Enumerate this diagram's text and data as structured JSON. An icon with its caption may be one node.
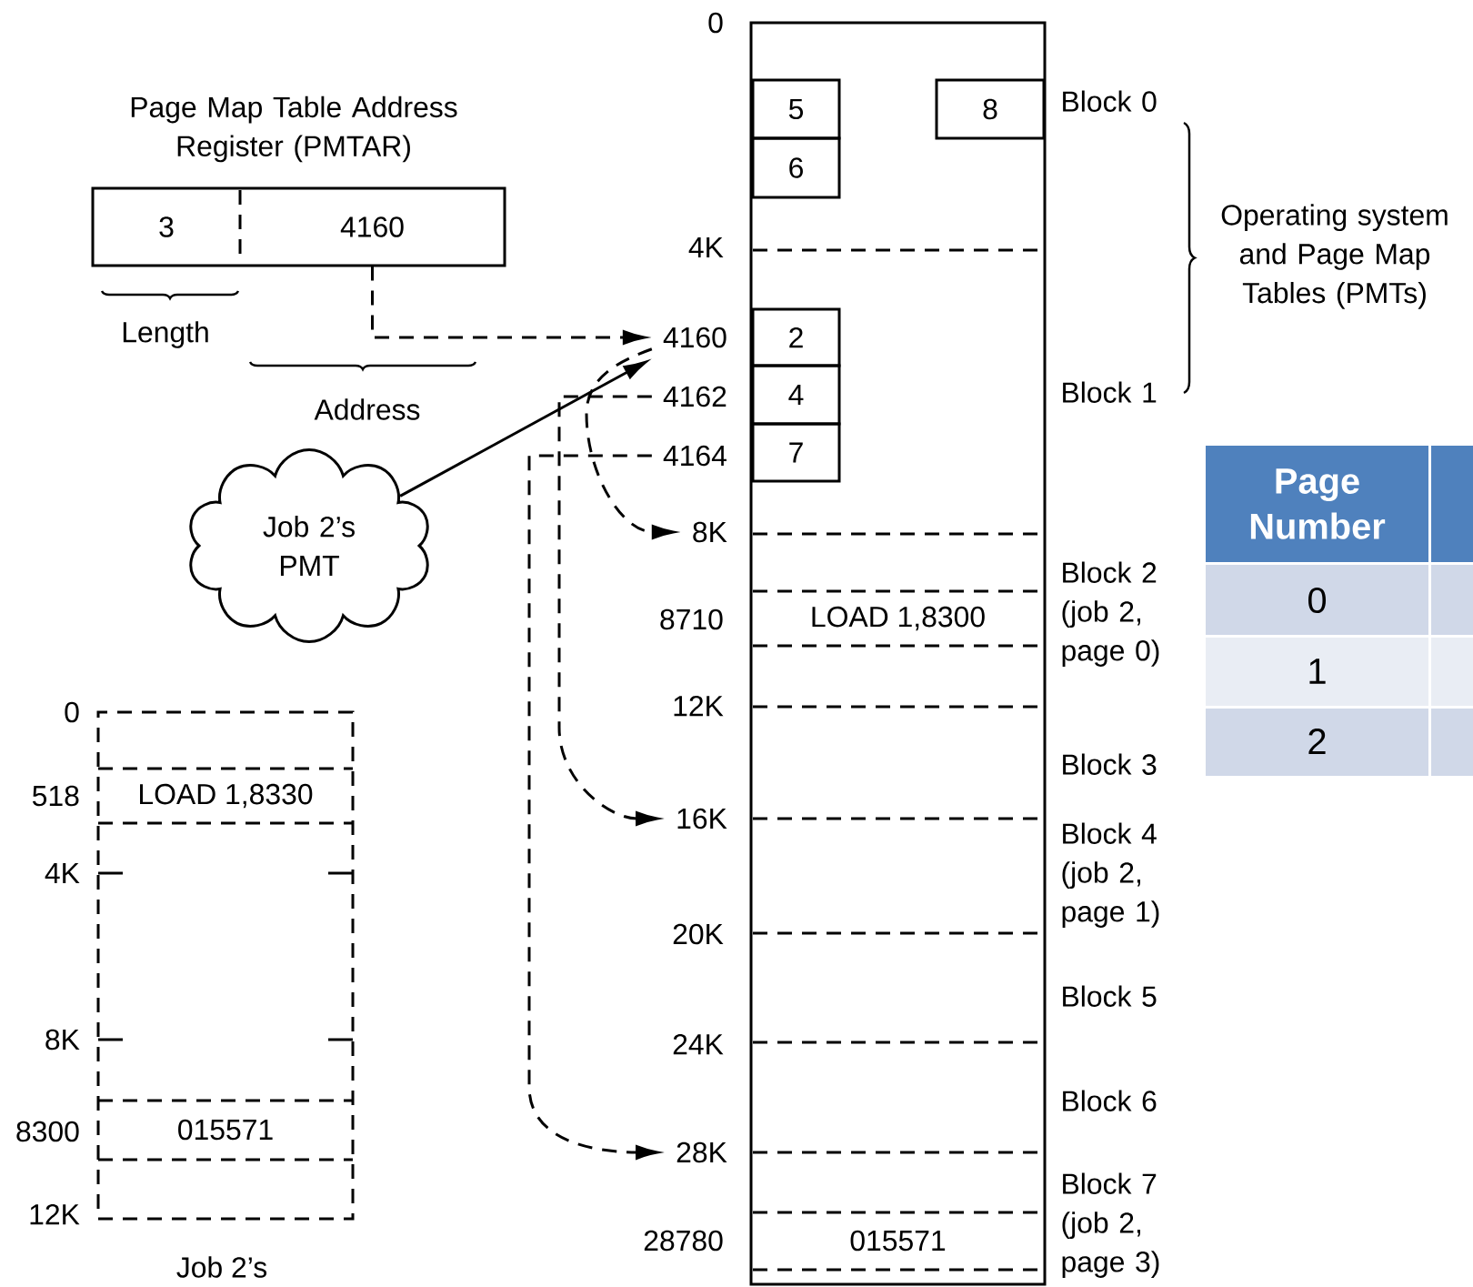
{
  "diagram": {
    "nodes": [
      {
        "text": [
          "Page Map Table Address Register (PMTAR)"
        ]
      },
      {
        "text": [
          "3"
        ],
        "in": 0
      },
      {
        "text": [
          "4160"
        ],
        "in": 0
      },
      {
        "text": [
          "Job 2’s PMT"
        ]
      },
      {
        "text": [],
        "shape": "box"
      },
      {
        "text": [
          "5"
        ],
        "in": 4
      },
      {
        "text": [
          "6"
        ],
        "in": 4
      },
      {
        "text": [
          "8"
        ],
        "in": 4
      },
      {
        "text": [
          "2"
        ],
        "in": 4
      },
      {
        "text": [
          "4"
        ],
        "in": 4
      },
      {
        "text": [
          "7"
        ],
        "in": 4
      },
      {
        "text": [
          "LOAD 1,8300"
        ],
        "in": 4
      },
      {
        "text": [
          "015571"
        ],
        "in": 4
      },
      {
        "text": [
          "4160"
        ]
      },
      {
        "text": [
          "4162"
        ]
      },
      {
        "text": [
          "4164"
        ]
      },
      {
        "text": [
          "8K"
        ]
      },
      {
        "text": [
          "16K"
        ]
      },
      {
        "text": [
          "28K"
        ]
      },
      {
        "text": [
          "Job 2’s"
        ]
      },
      {
        "text": [
          "LOAD 1,8330"
        ],
        "in": 19
      },
      {
        "text": [
          "015571"
        ],
        "in": 19
      }
    ],
    "edges": [
      {
        "from": 2,
        "to": 13,
        "arrow": "to",
        "style": "dashed"
      },
      {
        "from": 3,
        "to": 13,
        "arrow": "to"
      },
      {
        "from": 13,
        "to": 16,
        "arrow": "to",
        "style": "dashed"
      },
      {
        "from": 14,
        "to": 17,
        "arrow": "to",
        "style": "dashed"
      },
      {
        "from": 15,
        "to": 18,
        "arrow": "to",
        "style": "dashed"
      }
    ],
    "labels": [
      "0",
      "Block 0",
      "Operating system and Page Map Tables (PMTs)",
      "4K",
      "Length",
      "Address",
      "Block 1",
      "Page Number",
      "0",
      "Block 2 (job 2, page 0)",
      "8710",
      "1",
      "12K",
      "2",
      "Block 3",
      "Block 4 (job 2, page 1)",
      "20K",
      "Block 5",
      "24K",
      "Block 6",
      "28780",
      "Block 7 (job 2, page 3)",
      "0",
      "518",
      "4K",
      "8K",
      "8300",
      "12K"
    ]
  }
}
